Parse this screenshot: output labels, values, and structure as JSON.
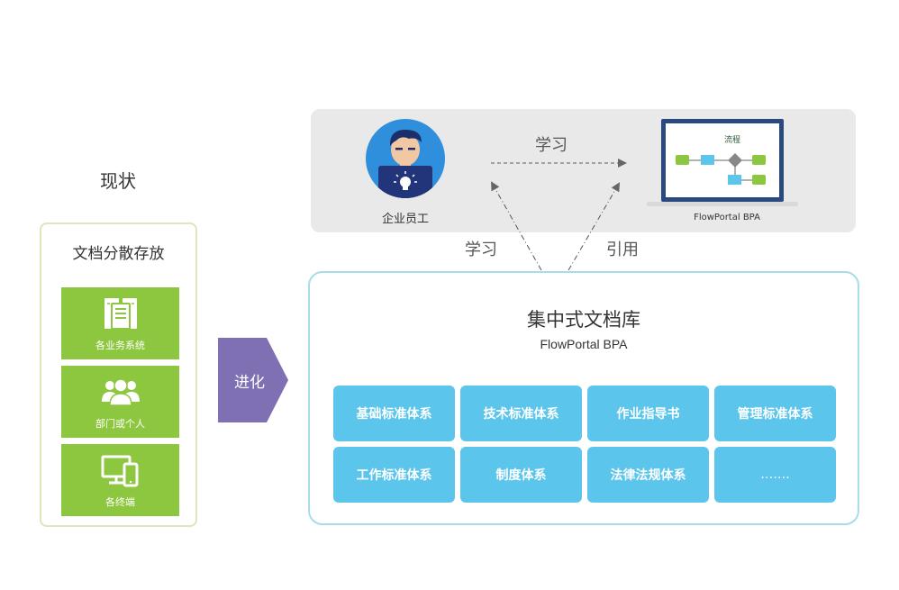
{
  "status": {
    "title": "现状",
    "panel_title": "文档分散存放",
    "sources": [
      {
        "label": "各业务系统",
        "icon": "server-icon"
      },
      {
        "label": "部门或个人",
        "icon": "people-icon"
      },
      {
        "label": "各终端",
        "icon": "devices-icon"
      }
    ]
  },
  "evolve": {
    "label": "进化"
  },
  "top": {
    "employee_label": "企业员工",
    "learn_label": "学习",
    "laptop_screen_title": "流程",
    "laptop_caption": "FlowPortal BPA"
  },
  "connectors": {
    "learn_label": "学习",
    "cite_label": "引用"
  },
  "library": {
    "title": "集中式文档库",
    "subtitle": "FlowPortal BPA",
    "items": [
      "基础标准体系",
      "技术标准体系",
      "作业指导书",
      "管理标准体系",
      "工作标准体系",
      "制度体系",
      "法律法规体系",
      "……."
    ]
  },
  "colors": {
    "green": "#8dc63f",
    "purple": "#7f6fb3",
    "blue_tile": "#5bc5ec",
    "library_border": "#a7dce8",
    "top_panel": "#e9e9e9"
  }
}
